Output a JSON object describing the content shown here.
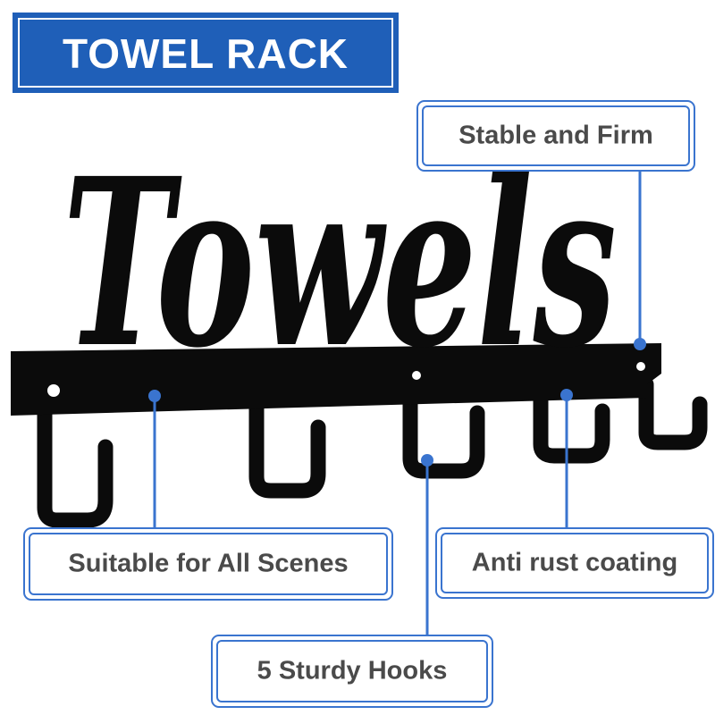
{
  "banner": {
    "title": "TOWEL RACK"
  },
  "product": {
    "sign_text": "Towels"
  },
  "callouts": {
    "stable": "Stable and Firm",
    "scenes": "Suitable for All Scenes",
    "rust": "Anti rust coating",
    "hooks": "5 Sturdy Hooks"
  },
  "colors": {
    "banner_blue": "#1f5fb8",
    "callout_border": "#3a74cf",
    "metal_black": "#0b0b0b",
    "label_text": "#4a4a4a"
  }
}
